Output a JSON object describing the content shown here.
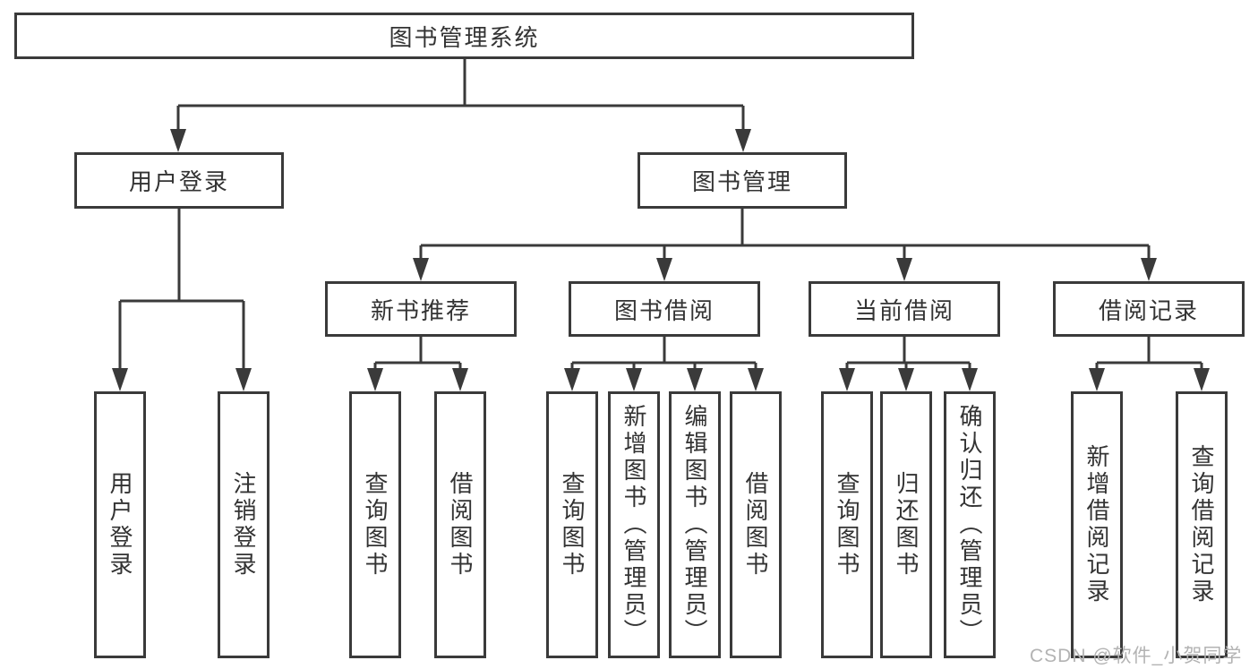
{
  "tree": {
    "root": {
      "label": "图书管理系统"
    },
    "branches": [
      {
        "label": "用户登录",
        "children": [
          {
            "label": "用户登录"
          },
          {
            "label": "注销登录"
          }
        ]
      },
      {
        "label": "图书管理",
        "children": [
          {
            "label": "新书推荐",
            "children": [
              {
                "label": "查询图书"
              },
              {
                "label": "借阅图书"
              }
            ]
          },
          {
            "label": "图书借阅",
            "children": [
              {
                "label": "查询图书"
              },
              {
                "label": "新增图书（管理员）"
              },
              {
                "label": "编辑图书（管理员）"
              },
              {
                "label": "借阅图书"
              }
            ]
          },
          {
            "label": "当前借阅",
            "children": [
              {
                "label": "查询图书"
              },
              {
                "label": "归还图书"
              },
              {
                "label": "确认归还（管理员）"
              }
            ]
          },
          {
            "label": "借阅记录",
            "children": [
              {
                "label": "新增借阅记录"
              },
              {
                "label": "查询借阅记录"
              }
            ]
          }
        ]
      }
    ]
  },
  "watermark": {
    "text": "CSDN @软件_小贺同学"
  },
  "colors": {
    "line": "#3a3a3a",
    "box_border": "#3a3a3a",
    "text": "#333333",
    "background": "#ffffff",
    "watermark": "#b3b3b3"
  }
}
